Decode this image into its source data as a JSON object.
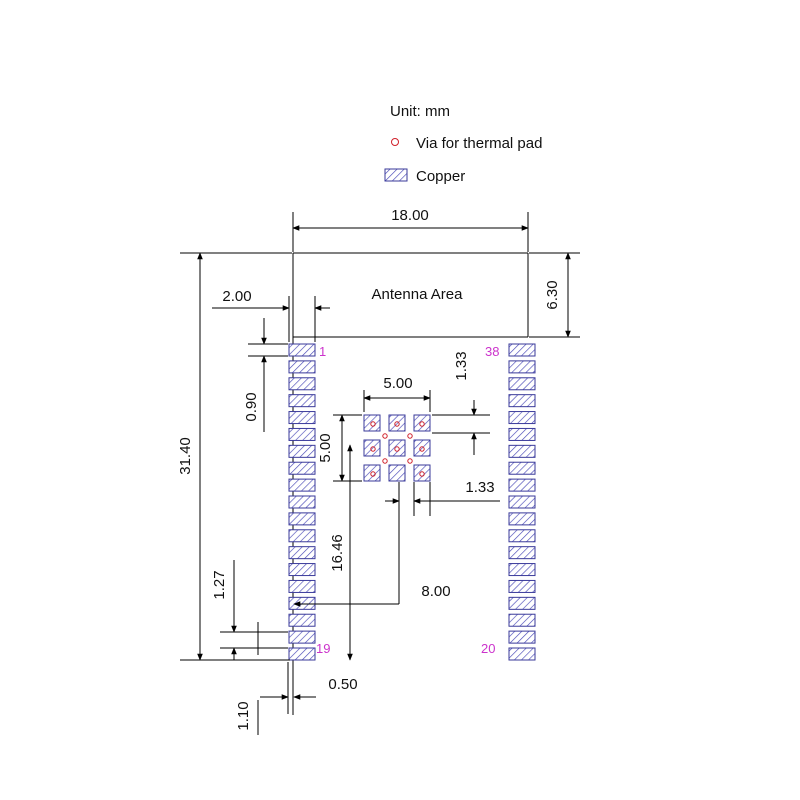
{
  "legend": {
    "unit": "Unit: mm",
    "via_label": "Via for thermal pad",
    "copper_label": "Copper"
  },
  "module": {
    "antenna_label": "Antenna Area",
    "pin_1": "1",
    "pin_19": "19",
    "pin_20": "20",
    "pin_38": "38"
  },
  "dimensions": {
    "width": "18.00",
    "antenna_height": "6.30",
    "pad_offset": "2.00",
    "pad_height": "0.90",
    "total_height": "31.40",
    "top_offset": "1.33",
    "thermal_width": "5.00",
    "thermal_height": "5.00",
    "thermal_pitch": "1.33",
    "thermal_y": "16.46",
    "thermal_x": "8.00",
    "pitch": "1.27",
    "pad_width": "0.50",
    "bottom_offset": "1.10"
  },
  "colors": {
    "pad_stroke": "#3a3a9a",
    "pad_hatch": "#4a4ab8",
    "via": "#d0202a",
    "pin_label": "#cc33cc"
  }
}
